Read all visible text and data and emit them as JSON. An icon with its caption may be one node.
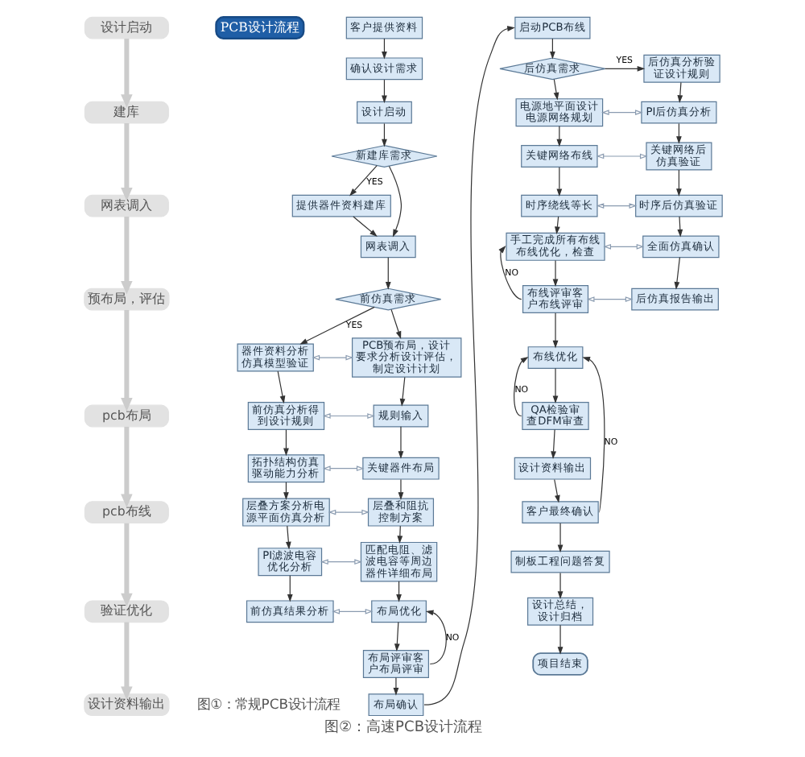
{
  "diagram": {
    "caption": "图②：高速PCB设计流程",
    "nodes": [
      {
        "text": [
          "设计启动"
        ]
      },
      {
        "text": [
          "建库"
        ]
      },
      {
        "text": [
          "网表调入"
        ]
      },
      {
        "text": [
          "预布局，评估"
        ]
      },
      {
        "text": [
          "pcb布局"
        ]
      },
      {
        "text": [
          "pcb布线"
        ]
      },
      {
        "text": [
          "验证优化"
        ]
      },
      {
        "text": [
          "设计资料输出"
        ]
      },
      {
        "text": [
          "PCB设计流程"
        ]
      },
      {
        "text": [
          "客户提供资料"
        ]
      },
      {
        "text": [
          "确认设计需求"
        ]
      },
      {
        "text": [
          "设计启动"
        ]
      },
      {
        "text": [
          "新建库需求"
        ]
      },
      {
        "text": [
          "提供器件资料建库"
        ]
      },
      {
        "text": [
          "网表调入"
        ]
      },
      {
        "text": [
          "前仿真需求"
        ]
      },
      {
        "text": [
          "器件资料分析仿真模型验证"
        ]
      },
      {
        "text": [
          "PCB预布局，设计要求分析设计评估，制定设计计划"
        ]
      },
      {
        "text": [
          "前仿真分析得到设计规则"
        ]
      },
      {
        "text": [
          "规则输入"
        ]
      },
      {
        "text": [
          "拓扑结构仿真驱动能力分析"
        ]
      },
      {
        "text": [
          "关键器件布局"
        ]
      },
      {
        "text": [
          "层叠方案分析电源平面仿真分析"
        ]
      },
      {
        "text": [
          "层叠和阻抗控制方案"
        ]
      },
      {
        "text": [
          "PI滤波电容优化分析"
        ]
      },
      {
        "text": [
          "匹配电阻、滤波电容等周边器件详细布局"
        ]
      },
      {
        "text": [
          "前仿真结果分析"
        ]
      },
      {
        "text": [
          "布局优化"
        ]
      },
      {
        "text": [
          "布局评审客户布局评审"
        ]
      },
      {
        "text": [
          "布局确认"
        ]
      },
      {
        "text": [
          "启动PCB布线"
        ]
      },
      {
        "text": [
          "后仿真需求"
        ]
      },
      {
        "text": [
          "后仿真分析验证设计规则"
        ]
      },
      {
        "text": [
          "电源地平面设计电源网络规划"
        ]
      },
      {
        "text": [
          "PI后仿真分析"
        ]
      },
      {
        "text": [
          "关键网络布线"
        ]
      },
      {
        "text": [
          "关键网络后仿真验证"
        ]
      },
      {
        "text": [
          "时序绕线等长"
        ]
      },
      {
        "text": [
          "时序后仿真验证"
        ]
      },
      {
        "text": [
          "手工完成所有布线布线优化，检查"
        ]
      },
      {
        "text": [
          "全面仿真确认"
        ]
      },
      {
        "text": [
          "布线评审客户布线评审"
        ]
      },
      {
        "text": [
          "后仿真报告输出"
        ]
      },
      {
        "text": [
          "布线优化"
        ]
      },
      {
        "text": [
          "QA检验审查DFM审查"
        ]
      },
      {
        "text": [
          "设计资料输出"
        ]
      },
      {
        "text": [
          "客户最终确认"
        ]
      },
      {
        "text": [
          "制板工程问题答复"
        ]
      },
      {
        "text": [
          "设计总结，设计归档"
        ]
      },
      {
        "text": [
          "项目结束"
        ]
      }
    ],
    "edges": [
      {
        "from": 0,
        "to": 1,
        "arrow": "to",
        "style": "thick",
        "color": "#cccccc"
      },
      {
        "from": 1,
        "to": 2,
        "arrow": "to",
        "style": "thick",
        "color": "#cccccc"
      },
      {
        "from": 2,
        "to": 3,
        "arrow": "to",
        "style": "thick",
        "color": "#cccccc"
      },
      {
        "from": 3,
        "to": 4,
        "arrow": "to",
        "style": "thick",
        "color": "#cccccc"
      },
      {
        "from": 4,
        "to": 5,
        "arrow": "to",
        "style": "thick",
        "color": "#cccccc"
      },
      {
        "from": 5,
        "to": 6,
        "arrow": "to",
        "style": "thick",
        "color": "#cccccc"
      },
      {
        "from": 6,
        "to": 7,
        "arrow": "to",
        "style": "thick",
        "color": "#cccccc"
      },
      {
        "from": 9,
        "to": 10,
        "arrow": "to"
      },
      {
        "from": 10,
        "to": 11,
        "arrow": "to"
      },
      {
        "from": 11,
        "to": 12,
        "arrow": "to"
      },
      {
        "from": 12,
        "to": 13,
        "arrow": "to",
        "label": "YES"
      },
      {
        "from": 12,
        "to": 14,
        "arrow": "to"
      },
      {
        "from": 13,
        "to": 14,
        "arrow": "to"
      },
      {
        "from": 14,
        "to": 15,
        "arrow": "to"
      },
      {
        "from": 15,
        "to": 16,
        "arrow": "to",
        "label": "YES"
      },
      {
        "from": 15,
        "to": 17,
        "arrow": "to"
      },
      {
        "from": 16,
        "to": 17,
        "arrow": "both",
        "color": "#8a9bb0"
      },
      {
        "from": 16,
        "to": 18,
        "arrow": "to"
      },
      {
        "from": 17,
        "to": 19,
        "arrow": "to"
      },
      {
        "from": 18,
        "to": 19,
        "arrow": "both",
        "color": "#8a9bb0"
      },
      {
        "from": 18,
        "to": 20,
        "arrow": "to"
      },
      {
        "from": 19,
        "to": 21,
        "arrow": "to"
      },
      {
        "from": 20,
        "to": 21,
        "arrow": "both",
        "color": "#8a9bb0"
      },
      {
        "from": 20,
        "to": 22,
        "arrow": "to"
      },
      {
        "from": 21,
        "to": 23,
        "arrow": "to"
      },
      {
        "from": 22,
        "to": 23,
        "arrow": "both",
        "color": "#8a9bb0"
      },
      {
        "from": 22,
        "to": 24,
        "arrow": "to"
      },
      {
        "from": 23,
        "to": 25,
        "arrow": "to"
      },
      {
        "from": 24,
        "to": 25,
        "arrow": "both",
        "color": "#8a9bb0"
      },
      {
        "from": 24,
        "to": 26,
        "arrow": "to"
      },
      {
        "from": 25,
        "to": 27,
        "arrow": "to"
      },
      {
        "from": 26,
        "to": 27,
        "arrow": "both",
        "color": "#8a9bb0"
      },
      {
        "from": 27,
        "to": 28,
        "arrow": "to"
      },
      {
        "from": 28,
        "to": 27,
        "arrow": "to",
        "label": "NO"
      },
      {
        "from": 28,
        "to": 29,
        "arrow": "to"
      },
      {
        "from": 29,
        "to": 30,
        "arrow": "to"
      },
      {
        "from": 30,
        "to": 31,
        "arrow": "to"
      },
      {
        "from": 31,
        "to": 32,
        "arrow": "to",
        "label": "YES"
      },
      {
        "from": 31,
        "to": 33,
        "arrow": "to"
      },
      {
        "from": 32,
        "to": 34,
        "arrow": "to"
      },
      {
        "from": 33,
        "to": 34,
        "arrow": "both",
        "color": "#8a9bb0"
      },
      {
        "from": 33,
        "to": 35,
        "arrow": "to"
      },
      {
        "from": 34,
        "to": 36,
        "arrow": "to"
      },
      {
        "from": 35,
        "to": 36,
        "arrow": "both",
        "color": "#8a9bb0"
      },
      {
        "from": 35,
        "to": 37,
        "arrow": "to"
      },
      {
        "from": 36,
        "to": 38,
        "arrow": "to"
      },
      {
        "from": 37,
        "to": 38,
        "arrow": "both",
        "color": "#8a9bb0"
      },
      {
        "from": 37,
        "to": 39,
        "arrow": "to"
      },
      {
        "from": 38,
        "to": 40,
        "arrow": "to"
      },
      {
        "from": 39,
        "to": 40,
        "arrow": "both",
        "color": "#8a9bb0"
      },
      {
        "from": 39,
        "to": 41,
        "arrow": "to"
      },
      {
        "from": 40,
        "to": 42,
        "arrow": "to"
      },
      {
        "from": 41,
        "to": 42,
        "arrow": "both",
        "color": "#8a9bb0"
      },
      {
        "from": 41,
        "to": 39,
        "arrow": "to",
        "label": "NO"
      },
      {
        "from": 41,
        "to": 43,
        "arrow": "to"
      },
      {
        "from": 43,
        "to": 44,
        "arrow": "to"
      },
      {
        "from": 44,
        "to": 43,
        "arrow": "to",
        "label": "NO"
      },
      {
        "from": 44,
        "to": 45,
        "arrow": "to"
      },
      {
        "from": 45,
        "to": 46,
        "arrow": "to"
      },
      {
        "from": 46,
        "to": 43,
        "arrow": "to",
        "label": "NO"
      },
      {
        "from": 46,
        "to": 47,
        "arrow": "to"
      },
      {
        "from": 47,
        "to": 48,
        "arrow": "to"
      },
      {
        "from": 48,
        "to": 49,
        "arrow": "to"
      }
    ],
    "labels": [
      "图①：常规PCB设计流程"
    ]
  }
}
